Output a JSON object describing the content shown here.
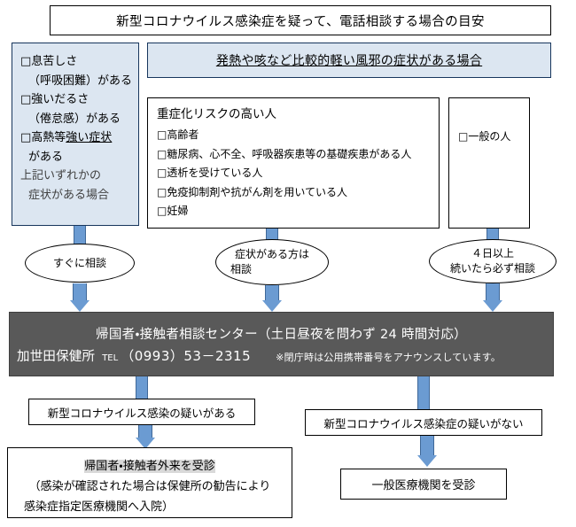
{
  "title": "新型コロナウイルス感染症を疑って、電話相談する場合の目安",
  "severe_panel": {
    "lines": [
      "□息苦しさ",
      "（呼吸困難）がある",
      "□強いだるさ",
      "（倦怠感）がある",
      "□高熱等",
      "強い症状",
      "がある",
      "上記いずれかの",
      "症状がある場合"
    ]
  },
  "mild_header": "発熱や咳など比較的軽い風邪の症状がある場合",
  "risk_box": {
    "title": "重症化リスクの高い人",
    "items": [
      "□高齢者",
      "□糖尿病、心不全、呼吸器疾患等の基礎疾患がある人",
      "□透析を受けている人",
      "□免疫抑制剤や抗がん剤を用いている人",
      "□妊婦"
    ]
  },
  "general_box": {
    "item": "□一般の人"
  },
  "ellipses": [
    {
      "lines": [
        "すぐに相談"
      ]
    },
    {
      "lines": [
        "症状がある方は",
        "相談"
      ]
    },
    {
      "lines": [
        "４日以上",
        "続いたら必ず相談"
      ]
    }
  ],
  "center_banner": {
    "line1": "帰国者・接触者相談センター（土日昼夜を問わず 24 時間対応）",
    "office": "加世田保健所",
    "tel_label": "TEL",
    "tel": "（0993）53－2315",
    "note": "※閉庁時は公用携帯番号をアナウンスしています。"
  },
  "branches": {
    "suspect_yes": "新型コロナウイルス感染の疑いがある",
    "suspect_no": "新型コロナウイルス感染症の疑いがない"
  },
  "results": {
    "left": {
      "line1": "帰国者・接触者外来を受診",
      "line2": "（感染が確認された場合は保健所の勧告により",
      "line3": "感染症指定医療機関へ入院）"
    },
    "right": "一般医療機関を受診"
  },
  "colors": {
    "panel_blue": "#dce6f1",
    "banner_gray": "#595959",
    "arrow_blue": "#6b9bd2",
    "highlight_gray": "#d9d9d9"
  }
}
